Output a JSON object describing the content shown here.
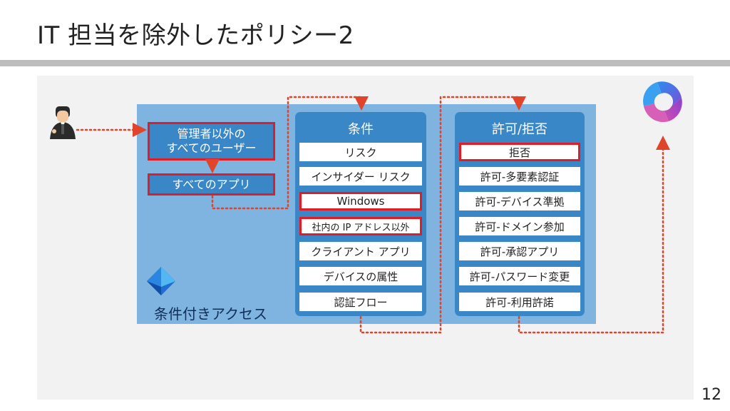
{
  "slide": {
    "title": "IT 担当を除外したポリシー2",
    "page_number": "12"
  },
  "users": {
    "group_label": "管理者以外の\nすべてのユーザー",
    "apps_label": "すべてのアプリ"
  },
  "conditions": {
    "title": "条件",
    "items": [
      "リスク",
      "インサイダー リスク",
      "Windows",
      "社内の IP アドレス以外",
      "クライアント アプリ",
      "デバイスの属性",
      "認証フロー"
    ]
  },
  "grant": {
    "title": "許可/拒否",
    "items": [
      "拒否",
      "許可-多要素認証",
      "許可-デバイス準拠",
      "許可-ドメイン参加",
      "許可-承認アプリ",
      "許可-パスワード変更",
      "許可-利用許諾"
    ]
  },
  "conditional_access_label": "条件付きアクセス",
  "colors": {
    "highlight": "#e01c24",
    "column_blue": "#3a87c8",
    "box_blue": "#7fb3e0",
    "arrow": "#e0442a"
  }
}
